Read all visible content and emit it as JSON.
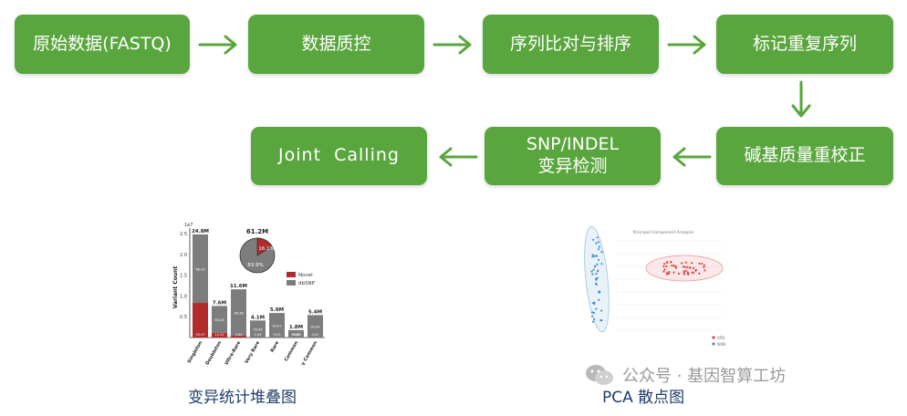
{
  "pipeline": {
    "steps": [
      {
        "id": "raw",
        "label": "原始数据(FASTQ)"
      },
      {
        "id": "qc",
        "label": "数据质控"
      },
      {
        "id": "align",
        "label": "序列比对与排序"
      },
      {
        "id": "dedup",
        "label": "标记重复序列"
      },
      {
        "id": "bqsr",
        "label": "碱基质量重校正"
      },
      {
        "id": "variant",
        "label_line1": "SNP/INDEL",
        "label_line2": "变异检测"
      },
      {
        "id": "joint",
        "label": "Joint  Calling"
      }
    ],
    "colors": {
      "box": "#5aa63e",
      "arrow": "#5aa63e",
      "caption": "#1e3d6b"
    }
  },
  "chart_data": [
    {
      "type": "bar",
      "subtype": "stacked",
      "y_multiplier": "1e7",
      "ylabel": "Variant Count",
      "ylim": [
        0,
        2.5
      ],
      "yticks": [
        "0.5",
        "1.0",
        "1.5",
        "2.0",
        "2.5"
      ],
      "categories": [
        "Singleton",
        "Doubleton",
        "Ultra-Rare",
        "Very Rare",
        "Rare",
        "Common",
        "Very Common"
      ],
      "totals_text": [
        "24.8M",
        "7.6M",
        "11.6M",
        "4.1M",
        "5.9M",
        "1.8M",
        "5.4M"
      ],
      "totals": [
        24.8,
        7.6,
        11.6,
        4.1,
        5.9,
        1.8,
        5.4
      ],
      "series": [
        {
          "name": "Novel",
          "color": "#b22a2a",
          "pct_text": [
            "33.57",
            "14.92",
            "3.64",
            "0.06",
            "0.03",
            "0.02",
            "0.01"
          ]
        },
        {
          "name": "dbSNP",
          "color": "#7d7d7d",
          "pct_text": [
            "66.43",
            "85.08",
            "96.36",
            "99.94",
            "99.97",
            "99.98",
            "99.99"
          ]
        }
      ],
      "pie": {
        "total_text": "61.2M",
        "slices": [
          {
            "name": "Novel",
            "value": 16.1,
            "label": "16.1%"
          },
          {
            "name": "dbSNP",
            "value": 83.9,
            "label": "83.9%"
          }
        ]
      },
      "caption": "变异统计堆叠图"
    },
    {
      "type": "scatter",
      "title": "Principal Component Analysis",
      "series": [
        {
          "name": "AFD",
          "color": "#e04545"
        },
        {
          "name": "NON",
          "color": "#4a8fd0"
        }
      ],
      "caption": "PCA 散点图"
    }
  ],
  "watermark": {
    "text": "公众号 · 基因智算工坊"
  }
}
